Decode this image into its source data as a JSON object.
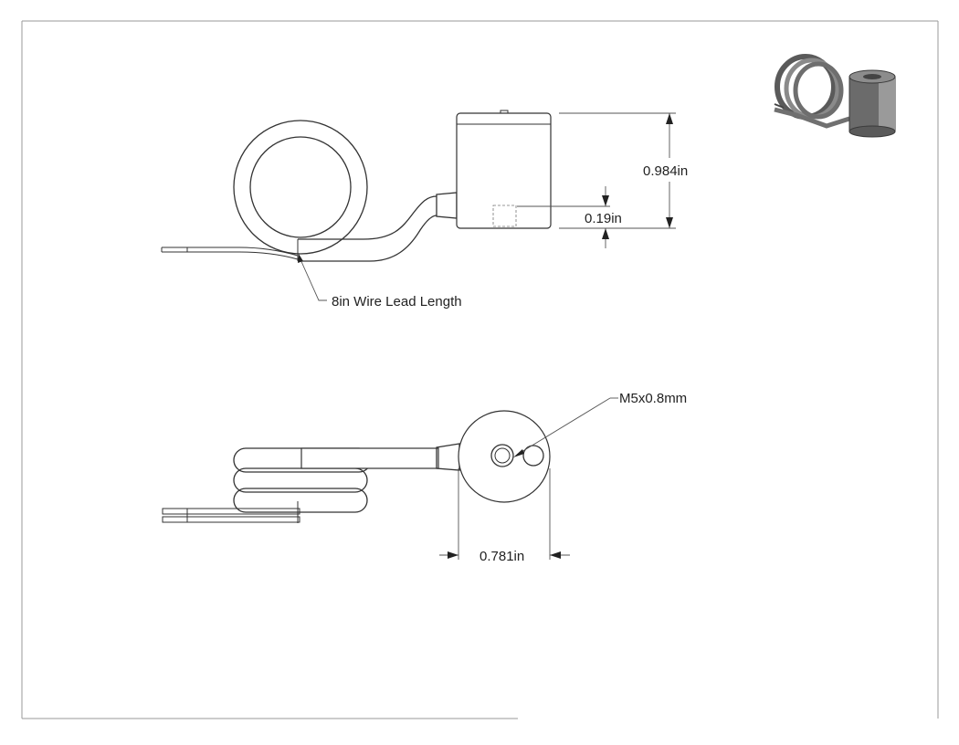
{
  "dimensions": {
    "height": "0.984in",
    "offset": "0.19in",
    "diameter": "0.781in"
  },
  "callouts": {
    "wire_lead": "8in Wire Lead Length",
    "thread": "M5x0.8mm"
  },
  "colors": {
    "line": "#333333",
    "frame": "#9a9a9a",
    "iso_body": "#6b6b6b"
  }
}
